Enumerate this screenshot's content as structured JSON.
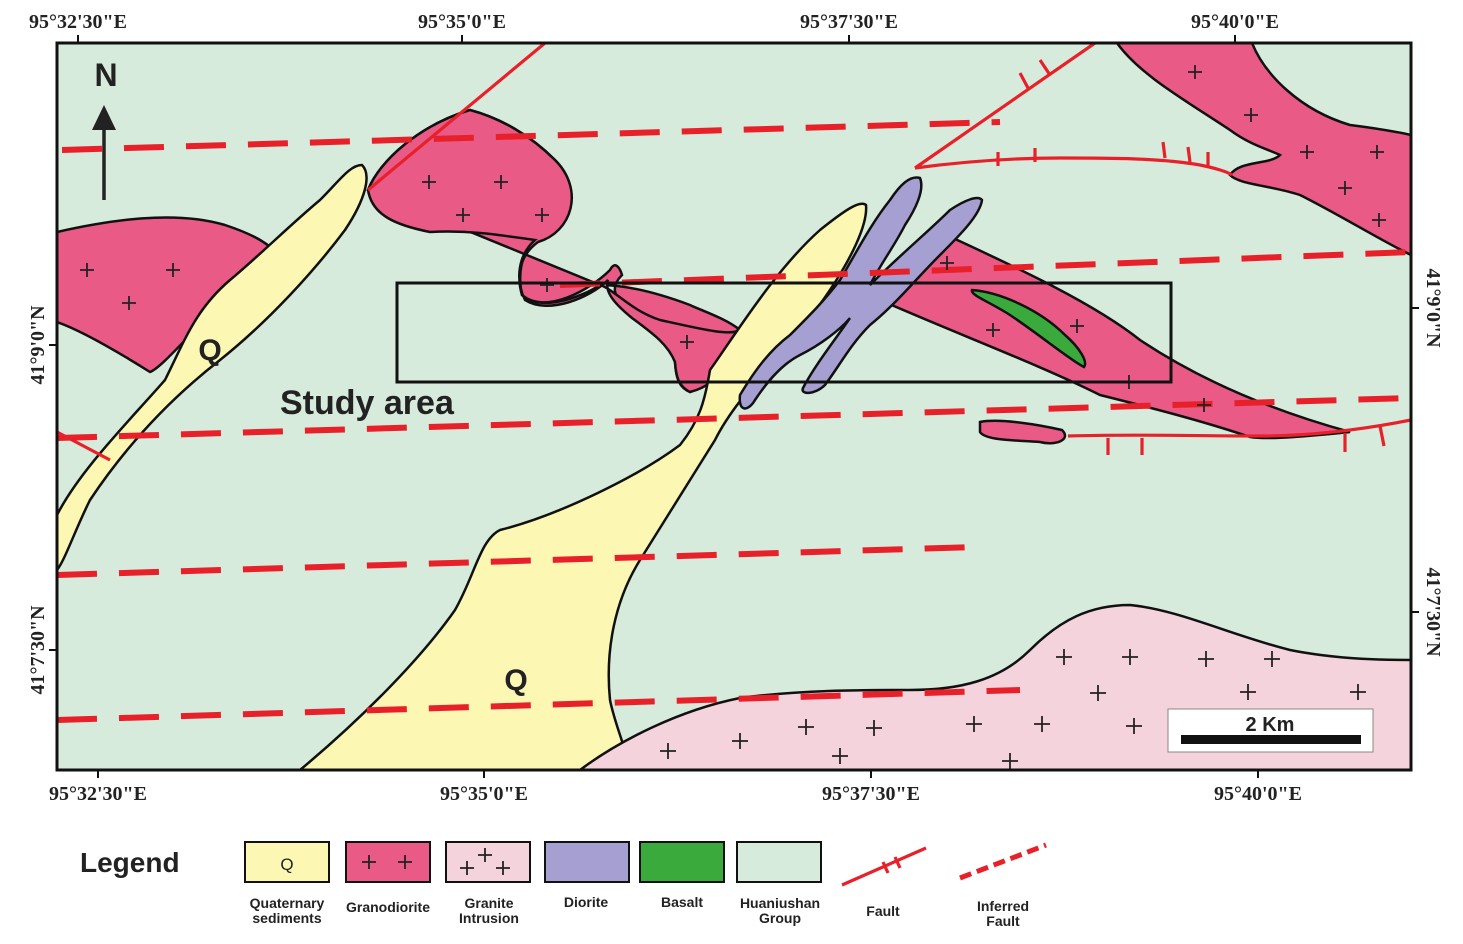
{
  "colors": {
    "huaniushan": "#d6ebdc",
    "quaternary": "#fdf7b4",
    "granodiorite": "#e95a86",
    "granite": "#f5d3dc",
    "diorite": "#a59fd2",
    "basalt": "#3aaa3c",
    "fault": "#e8202a",
    "frame": "#111111"
  },
  "coords": {
    "top": [
      "95°32'30\"E",
      "95°35'0\"E",
      "95°37'30\"E",
      "95°40'0\"E"
    ],
    "bottom": [
      "95°32'30\"E",
      "95°35'0\"E",
      "95°37'30\"E",
      "95°40'0\"E"
    ],
    "left": [
      "41°9'0\"N",
      "41°7'30\"N"
    ],
    "right": [
      "41°9'0\"N",
      "41°7'30\"N"
    ]
  },
  "map": {
    "north_label": "N",
    "study_area_label": "Study area",
    "q_label_1": "Q",
    "q_label_2": "Q",
    "scale_label": "2 Km"
  },
  "legend": {
    "title": "Legend",
    "items": [
      {
        "symbol": "Q",
        "line1": "Quaternary",
        "line2": "sediments"
      },
      {
        "line1": "Granodiorite",
        "line2": ""
      },
      {
        "line1": "Granite",
        "line2": "Intrusion"
      },
      {
        "line1": "Diorite",
        "line2": ""
      },
      {
        "line1": "Basalt",
        "line2": ""
      },
      {
        "line1": "Huaniushan",
        "line2": "Group"
      },
      {
        "line1": "Fault",
        "line2": ""
      },
      {
        "line1": "Inferred",
        "line2": "Fault"
      }
    ]
  }
}
